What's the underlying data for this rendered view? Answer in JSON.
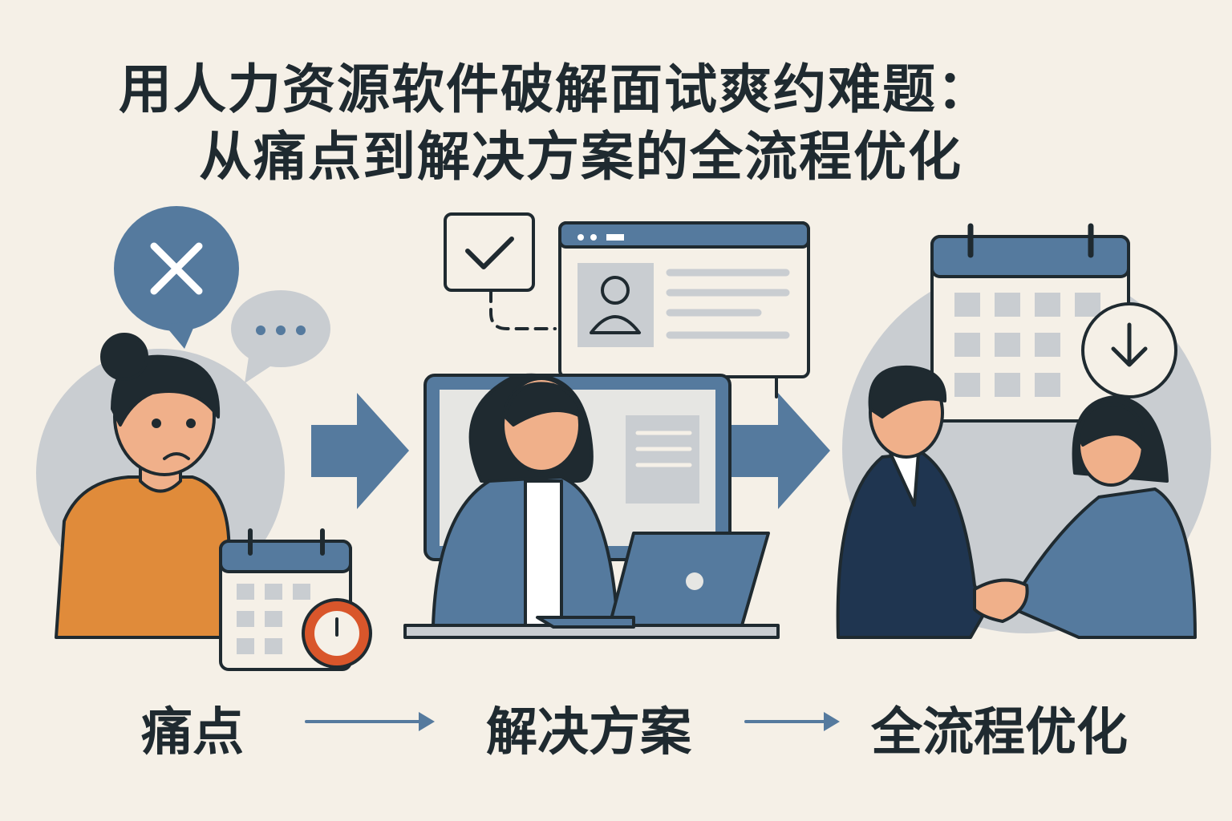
{
  "title": {
    "line1": "用人力资源软件破解面试爽约难题：",
    "line2": "从痛点到解决方案的全流程优化"
  },
  "steps": [
    {
      "label": "痛点"
    },
    {
      "label": "解决方案"
    },
    {
      "label": "全流程优化"
    }
  ],
  "colors": {
    "background": "#f5f0e7",
    "blue": "#557a9e",
    "navy": "#1f3550",
    "orange": "#e08b3a",
    "red": "#d9562b",
    "gray": "#c9cdd1",
    "ink": "#1f2a30"
  }
}
